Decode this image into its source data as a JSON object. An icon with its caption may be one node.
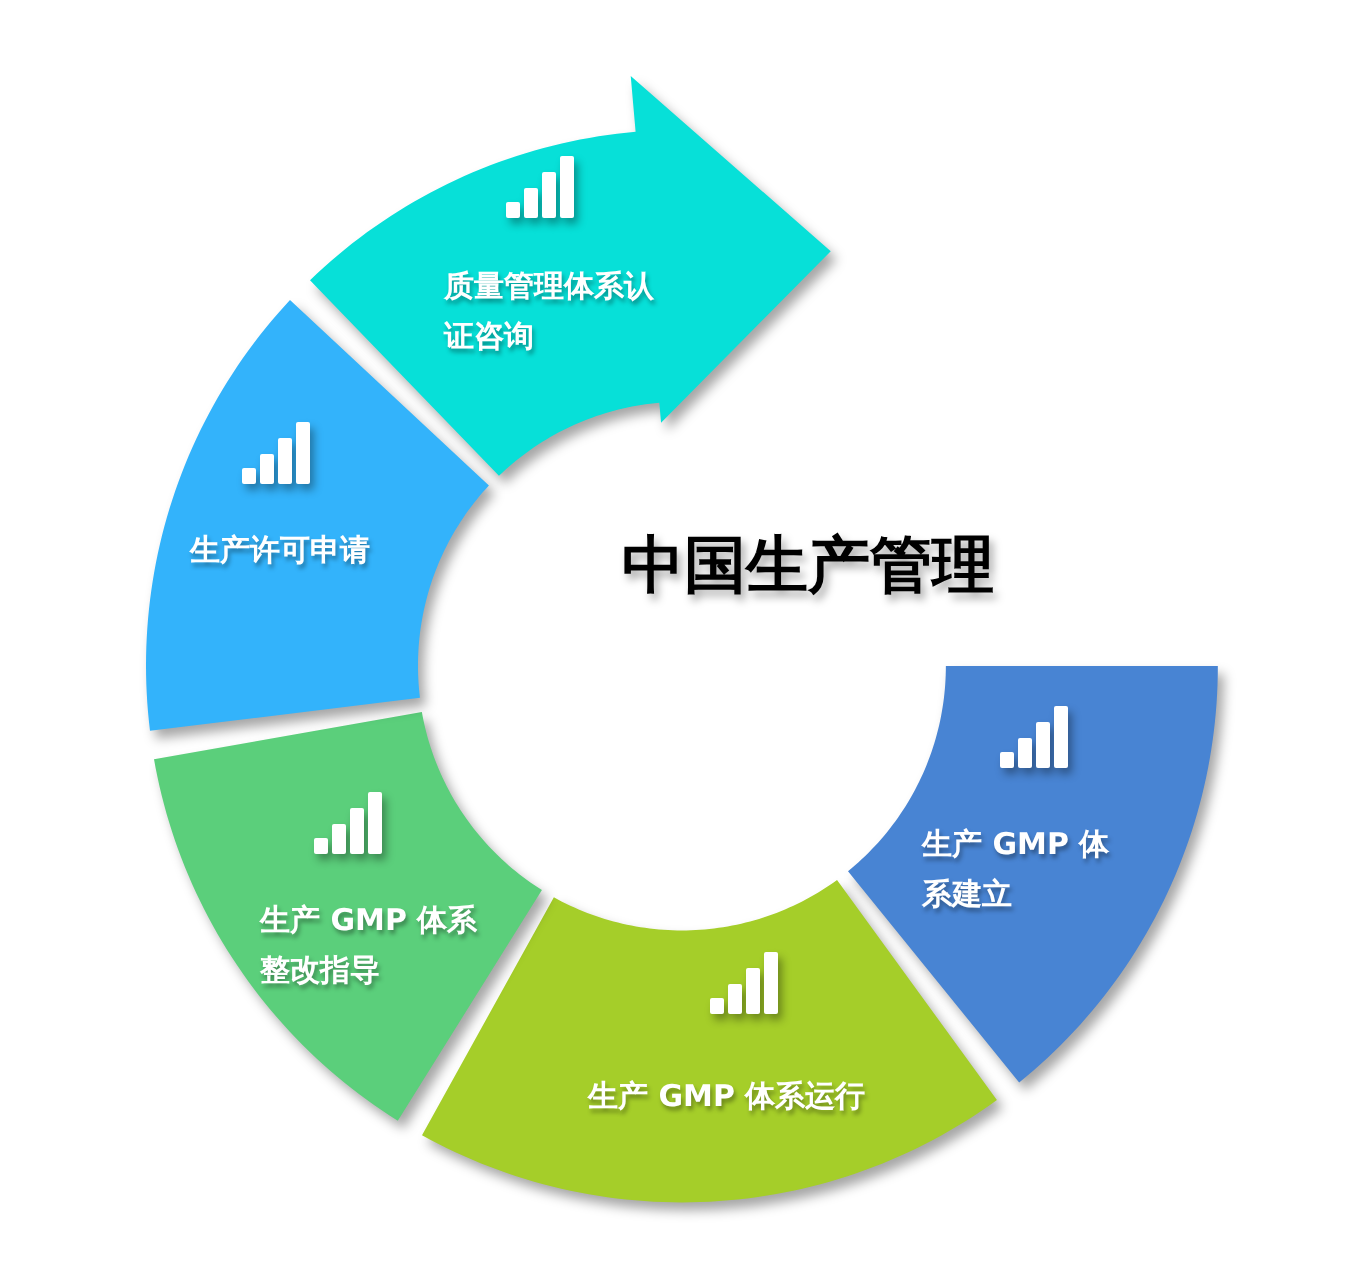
{
  "diagram": {
    "title": "中国生产管理",
    "nodes": [
      {
        "text": [
          "生产 GMP 体系建立"
        ]
      },
      {
        "text": [
          "生产 GMP 体系运行"
        ]
      },
      {
        "text": [
          "生产 GMP 体系整改指导"
        ]
      },
      {
        "text": [
          "生产许可申请"
        ]
      },
      {
        "text": [
          "质量管理体系认证咨询"
        ]
      }
    ]
  }
}
